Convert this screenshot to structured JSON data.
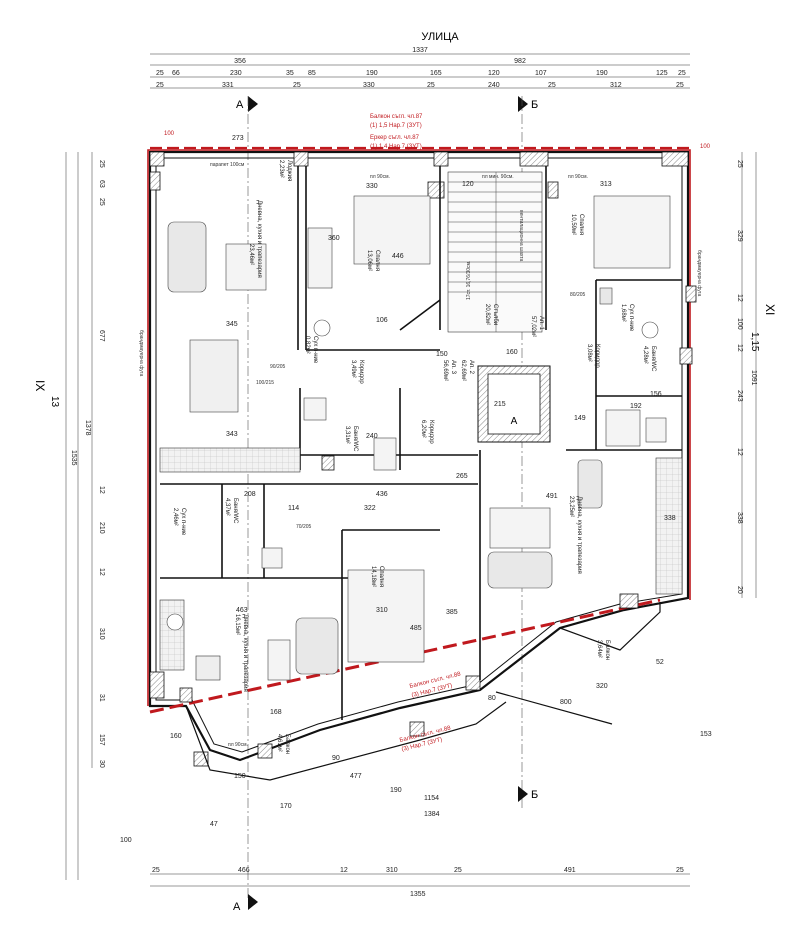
{
  "street_label": "УЛИЦА",
  "sections": {
    "a": "А",
    "b": "Б"
  },
  "neighbors": {
    "left_num": "IX",
    "left_sub": "13",
    "right_num": "XI",
    "right_sub": "1,15"
  },
  "dims_top": {
    "total": "1337",
    "row2": [
      "356",
      "982"
    ],
    "row3": [
      "25",
      "66",
      "230",
      "35",
      "85",
      "190",
      "165",
      "120",
      "107",
      "190",
      "125",
      "25"
    ],
    "row4": [
      "25",
      "331",
      "25",
      "330",
      "25",
      "240",
      "25",
      "312",
      "25"
    ]
  },
  "dims_bottom": {
    "row1": [
      "25",
      "466",
      "12",
      "310",
      "25",
      "491",
      "25"
    ],
    "total": "1355"
  },
  "dims_left": [
    "25",
    "63",
    "25",
    "677",
    "12",
    "210",
    "12",
    "310",
    "31",
    "157",
    "30"
  ],
  "dims_left_totals": [
    "1378",
    "1535"
  ],
  "dims_right": [
    "25",
    "329",
    "12",
    "100",
    "12",
    "243",
    "12",
    "338",
    "20"
  ],
  "dims_right_total": "1091",
  "red_notes": {
    "top1": "Балкон съгл. чл.87",
    "top2": "(1) 1,5 Нар.7 (ЗУТ)",
    "top3": "Еркер съгл. чл.87",
    "top4": "(1) 1,4 Нар.7 (ЗУТ)",
    "mid1": "Балкон съгл. чл.88",
    "mid2": "(3) Нар.7 (ЗУТ)",
    "low1": "Балкон съгл. чл.88",
    "low2": "(3) Нар.7 (ЗУТ)",
    "hundred": "100"
  },
  "rooms": [
    {
      "name": "Дневна, кухня и трапезария",
      "area": "23,46м²"
    },
    {
      "name": "Спалня",
      "area": "13,06м²"
    },
    {
      "name": "Спалня",
      "area": "10,59м²"
    },
    {
      "name": "Коридор",
      "area": "3,49м²"
    },
    {
      "name": "Баня/WC",
      "area": "3,31м²"
    },
    {
      "name": "Коридор",
      "area": "6,20м²"
    },
    {
      "name": "Ап. 3",
      "area": "56,69м²"
    },
    {
      "name": "Ап. 2",
      "area": "62,69м²"
    },
    {
      "name": "Ап. 1",
      "area": "57,02м²"
    },
    {
      "name": "Стълби",
      "area": "20,82м²"
    },
    {
      "name": "Коридор",
      "area": "3,08м²"
    },
    {
      "name": "Баня/WC",
      "area": "4,28м²"
    },
    {
      "name": "Дневна, кухня и трапезария",
      "area": "23,25м²"
    },
    {
      "name": "Спалня",
      "area": "14,18м²"
    },
    {
      "name": "Баня/WC",
      "area": "4,37м²"
    },
    {
      "name": "Сух п-ние",
      "area": "2,46м²"
    },
    {
      "name": "Сух п-ние",
      "area": "1,68м²"
    },
    {
      "name": "Сух п-ние",
      "area": "0,82м²"
    },
    {
      "name": "Дневна, кухня и трапезария",
      "area": "16,15м²"
    },
    {
      "name": "Балкон",
      "area": "4,61м²"
    },
    {
      "name": "Балкон",
      "area": "3,64м²"
    },
    {
      "name": "Лоджия",
      "area": "2,23м²"
    }
  ],
  "labels": {
    "parapet": "парапет 100см",
    "floor90": "пл 90см.",
    "floor90b": "пл мин. 90см.",
    "stair_label": "17ст. 16,76/30см.",
    "lift": "A",
    "firewall": "брандмауерна фуга",
    "ventilation": "вентилационна шахта",
    "door1": "90/205",
    "door2": "70/205",
    "door3": "100/215",
    "door4": "80/205"
  },
  "inner_dims": [
    "273",
    "330",
    "313",
    "345",
    "106",
    "446",
    "360",
    "343",
    "436",
    "491",
    "322",
    "463",
    "310",
    "485",
    "385",
    "338",
    "240",
    "150",
    "160",
    "120",
    "114",
    "208",
    "192",
    "156",
    "149",
    "265",
    "215",
    "168",
    "320",
    "800",
    "1154",
    "1384",
    "190",
    "477",
    "170",
    "100",
    "47",
    "150",
    "160",
    "90",
    "80",
    "153",
    "52"
  ]
}
